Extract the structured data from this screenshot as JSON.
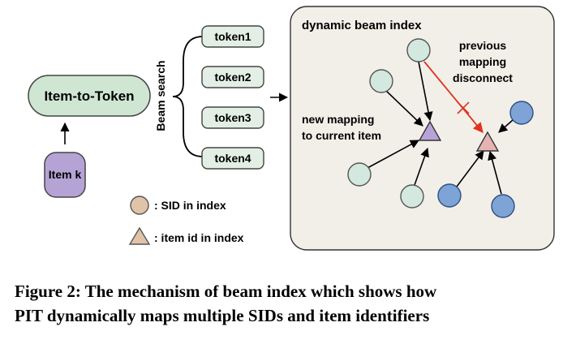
{
  "item_box": {
    "label": "Item k",
    "fill": "#b5a3d6"
  },
  "encoder_box": {
    "label": "Item-to-Token",
    "fill": "#cfe6d3"
  },
  "beam_label": "Beam search",
  "tokens": [
    "token1",
    "token2",
    "token3",
    "token4"
  ],
  "token_fill": "#e3efe5",
  "index_panel": {
    "title": "dynamic beam index",
    "fill": "#f2efe9"
  },
  "annotations": {
    "new_mapping_line1": "new mapping",
    "new_mapping_line2": "to current item",
    "previous_line1": "previous",
    "previous_line2": "mapping",
    "previous_line3": "disconnect"
  },
  "legend": {
    "sid": ": SID in index",
    "item_id": ": item id in index"
  },
  "colors": {
    "sid_green": "#d3e8de",
    "sid_blue": "#7ea3d6",
    "legend_sid": "#e0c3a8",
    "triangle_purple": "#b8a3d9",
    "triangle_pink": "#e6b3b3",
    "disconnect_red": "#e0331f"
  },
  "caption": {
    "line1": "Figure 2: The mechanism of beam index which shows how",
    "line2": "PIT dynamically maps multiple SIDs and item identifiers"
  }
}
